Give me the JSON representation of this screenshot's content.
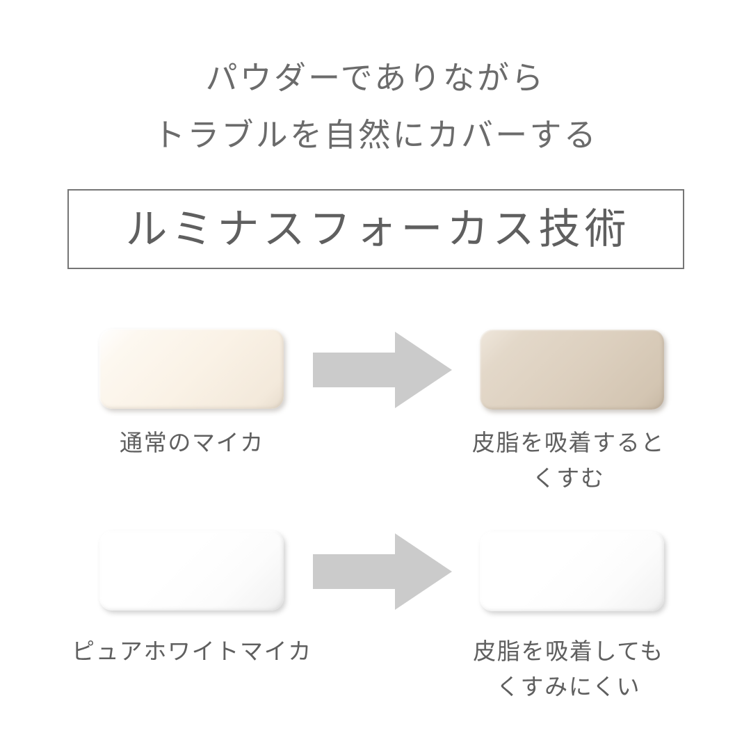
{
  "headline": {
    "line1": "パウダーでありながら",
    "line2": "トラブルを自然にカバーする"
  },
  "title_box": {
    "text": "ルミナスフォーカス技術"
  },
  "comparison": {
    "rows": [
      {
        "before": {
          "caption_line1": "通常のマイカ",
          "caption_line2": "",
          "swatch_color": "#faf2e6",
          "swatch_name": "cream-mica-swatch"
        },
        "arrow": "arrow-right-icon",
        "after": {
          "caption_line1": "皮脂を吸着すると",
          "caption_line2": "くすむ",
          "swatch_color": "#dccfbe",
          "swatch_name": "dulled-taupe-swatch"
        }
      },
      {
        "before": {
          "caption_line1": "ピュアホワイトマイカ",
          "caption_line2": "",
          "swatch_color": "#ffffff",
          "swatch_name": "pure-white-mica-swatch"
        },
        "arrow": "arrow-right-icon",
        "after": {
          "caption_line1": "皮脂を吸着しても",
          "caption_line2": "くすみにくい",
          "swatch_color": "#ffffff",
          "swatch_name": "pure-white-after-swatch"
        }
      }
    ]
  },
  "colors": {
    "background": "#ffffff",
    "text": "#5f5f5f",
    "headline_text": "#6b6b6b",
    "box_border": "#757575",
    "arrow_gray": "#cbcbcb"
  }
}
